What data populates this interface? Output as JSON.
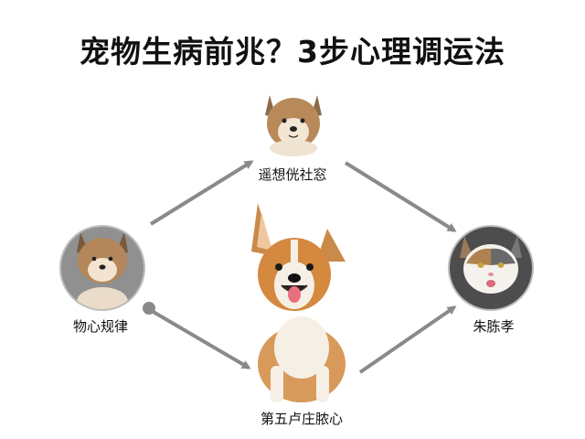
{
  "title": "宠物生病前兆？3步心理调运法",
  "nodes": {
    "top": {
      "label": "遥想侊社窓",
      "icon": "shiba-dog-icon"
    },
    "left": {
      "label": "物心规律",
      "icon": "shiba-dog-icon"
    },
    "right": {
      "label": "朱胨孝",
      "icon": "calico-cat-icon"
    },
    "center": {
      "label": "第五卢庄脓心",
      "icon": "corgi-dog-icon"
    }
  },
  "colors": {
    "arrow": "#8a8a8a",
    "circle_border": "#bdbdbd",
    "text": "#111111"
  }
}
